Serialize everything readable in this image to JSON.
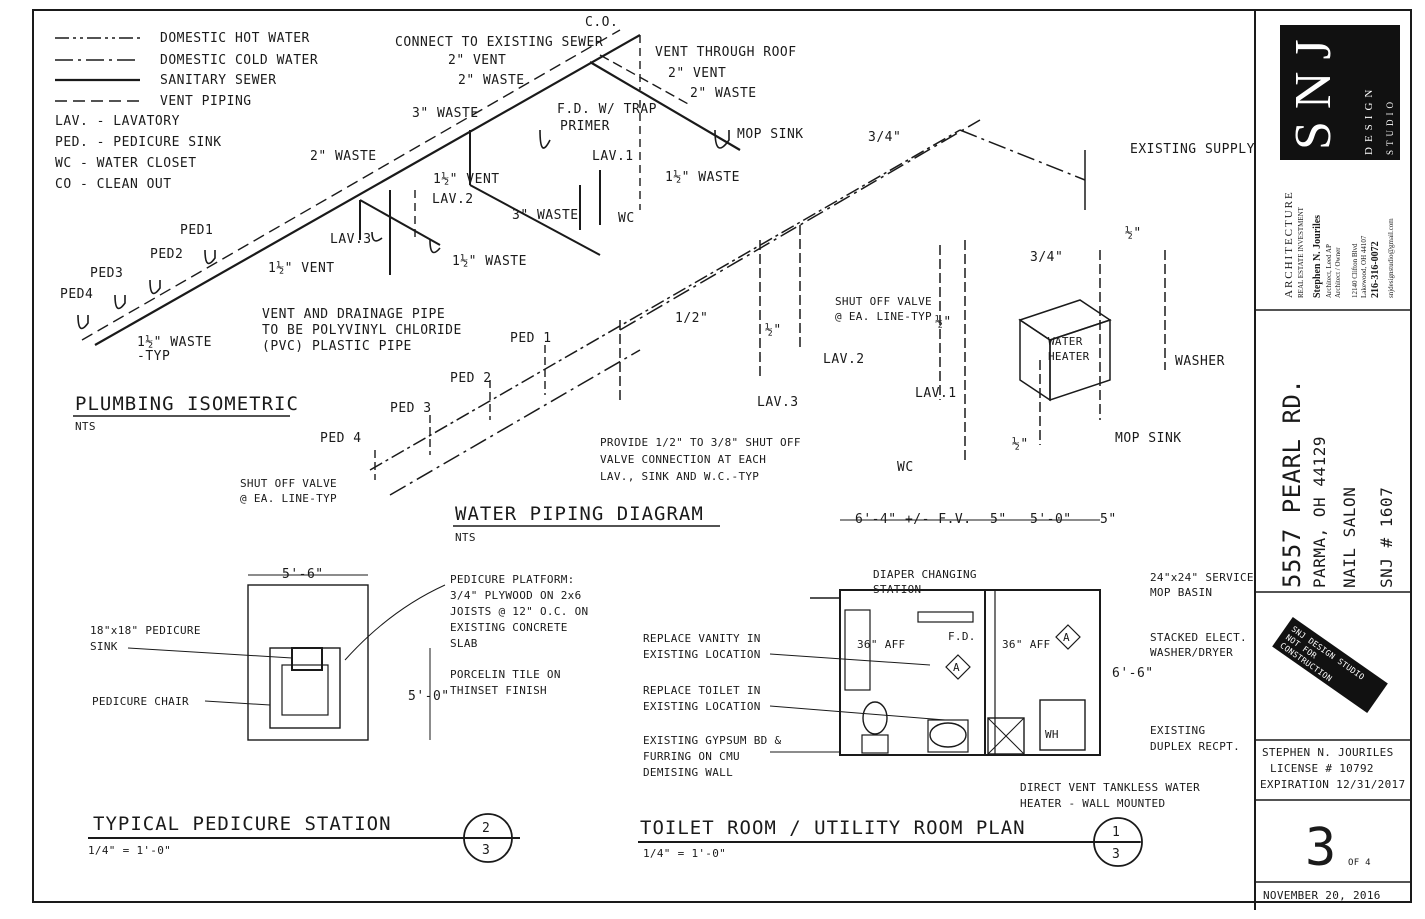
{
  "legend": [
    {
      "label": "DOMESTIC HOT WATER",
      "style": "hot"
    },
    {
      "label": "DOMESTIC COLD WATER",
      "style": "cold"
    },
    {
      "label": "SANITARY SEWER",
      "style": "sewer"
    },
    {
      "label": "VENT PIPING",
      "style": "vent"
    }
  ],
  "abbreviations": [
    "LAV. - LAVATORY",
    "PED. - PEDICURE SINK",
    "WC - WATER CLOSET",
    "CO - CLEAN OUT"
  ],
  "plumbing_isometric": {
    "title": "PLUMBING ISOMETRIC",
    "scale": "NTS",
    "labels": {
      "co": "C.O.",
      "connect_sewer": "CONNECT TO EXISTING SEWER",
      "vent_roof": "VENT THROUGH ROOF",
      "vent2a": "2\" VENT",
      "vent2b": "2\" VENT",
      "waste2a": "2\" WASTE",
      "waste2b": "2\" WASTE",
      "waste2c": "2\" WASTE",
      "waste3a": "3\" WASTE",
      "waste3b": "3\" WASTE",
      "fd": "F.D. W/ TRAP",
      "primer": "PRIMER",
      "mop_sink": "MOP SINK",
      "lav1": "LAV.1",
      "lav2": "LAV.2",
      "lav3": "LAV.3",
      "vent15a": "1½\" VENT",
      "vent15b": "1½\" VENT",
      "waste15a": "1½\" WASTE",
      "waste15b": "1½\" WASTE",
      "waste15c": "1½\" WASTE",
      "waste15typ": "-TYP",
      "wc": "WC",
      "ped1": "PED1",
      "ped2": "PED2",
      "ped3": "PED3",
      "ped4": "PED4",
      "pvc1": "VENT AND DRAINAGE PIPE",
      "pvc2": "TO BE POLYVINYL CHLORIDE",
      "pvc3": "(PVC) PLASTIC PIPE"
    }
  },
  "water_piping": {
    "title": "WATER PIPING DIAGRAM",
    "scale": "NTS",
    "labels": {
      "three_quarter": "3/4\"",
      "existing_supply": "EXISTING SUPPLY",
      "half1": "1/2\"",
      "half2": "½\"",
      "half3": "½\"",
      "half4": "½\"",
      "half5": "½\"",
      "three_quarter2": "3/4\"",
      "shutoff1": "SHUT OFF VALVE",
      "shutoff2": "@ EA. LINE-TYP",
      "lav1": "LAV.1",
      "lav2": "LAV.2",
      "lav3": "LAV.3",
      "water_heater1": "WATER",
      "water_heater2": "HEATER",
      "washer": "WASHER",
      "mop_sink": "MOP SINK",
      "wc": "WC",
      "ped1": "PED 1",
      "ped2": "PED 2",
      "ped3": "PED 3",
      "ped4": "PED 4",
      "shutoff3": "SHUT OFF VALVE",
      "shutoff4": "@ EA. LINE-TYP",
      "provide1": "PROVIDE 1/2\" TO 3/8\" SHUT OFF",
      "provide2": "VALVE CONNECTION AT EACH",
      "provide3": "LAV., SINK AND W.C.-TYP"
    }
  },
  "pedicure_station": {
    "title": "TYPICAL PEDICURE STATION",
    "scale": "1/4\" = 1'-0\"",
    "bubble_top": "2",
    "bubble_bottom": "3",
    "dim_width": "5'-6\"",
    "dim_height": "5'-0\"",
    "sink": "18\"x18\" PEDICURE",
    "sink2": "SINK",
    "chair": "PEDICURE CHAIR",
    "platform": [
      "PEDICURE PLATFORM:",
      "3/4\" PLYWOOD ON 2x6",
      "JOISTS @ 12\" O.C. ON",
      "EXISTING CONCRETE",
      "SLAB"
    ],
    "tile": [
      "PORCELIN TILE ON",
      "THINSET FINISH"
    ]
  },
  "toilet_room": {
    "title": "TOILET ROOM / UTILITY ROOM PLAN",
    "scale": "1/4\" = 1'-0\"",
    "bubble_top": "1",
    "bubble_bottom": "3",
    "dim_a": "6'-4\" +/- F.V.",
    "dim_b": "5\"",
    "dim_c": "5'-0\"",
    "dim_d": "5\"",
    "dim_e": "6'-6\"",
    "dim_f": "36\" AFF",
    "dim_g": "36\" AFF",
    "fd": "F.D.",
    "tag_a": "A",
    "tag_b": "A",
    "wh": "WH",
    "diaper": [
      "DIAPER CHANGING",
      "STATION"
    ],
    "service": [
      "24\"x24\" SERVICE",
      "MOP BASIN"
    ],
    "stacked": [
      "STACKED ELECT.",
      "WASHER/DRYER"
    ],
    "vanity": [
      "REPLACE VANITY IN",
      "EXISTING LOCATION"
    ],
    "toilet": [
      "REPLACE TOILET IN",
      "EXISTING LOCATION"
    ],
    "gypsum": [
      "EXISTING GYPSUM BD &",
      "FURRING ON CMU",
      "DEMISING WALL"
    ],
    "duplex": [
      "EXISTING",
      "DUPLEX RECPT."
    ],
    "direct_vent": [
      "DIRECT VENT TANKLESS WATER",
      "HEATER - WALL MOUNTED"
    ]
  },
  "title_block": {
    "logo": "SNJ",
    "logo_sub": "DESIGN",
    "logo_sub2": "STUDIO",
    "firm1": "ARCHITECTURE",
    "firm2": "REAL ESTATE INVESTMENT",
    "person": "Stephen N. Jouriles",
    "role1": "Architect, Leed AP",
    "role2": "Architect / Owner",
    "addr1": "12140 Clifton Blvd",
    "addr2": "Lakewood, OH 44107",
    "phone": "216-316-0072",
    "email": "snjdesignstudio@gmail.com",
    "project_addr": "5557 PEARL RD.",
    "project_city": "PARMA, OH 44129",
    "project_name": "NAIL SALON",
    "project_num": "SNJ # 1607",
    "stamp1": "SNJ DESIGN STUDIO",
    "stamp2": "NOT FOR",
    "stamp3": "CONSTRUCTION",
    "license1": "STEPHEN N. JOURILES",
    "license2": "LICENSE # 10792",
    "license3": "EXPIRATION 12/31/2017",
    "sheet": "3",
    "sheet_of": "OF 4",
    "date": "NOVEMBER 20, 2016"
  }
}
